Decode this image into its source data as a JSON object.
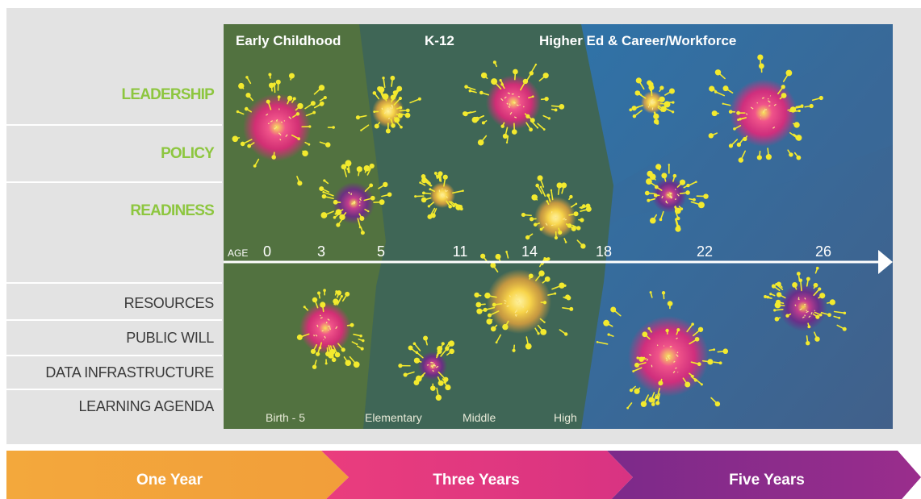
{
  "headers": {
    "early_childhood": "Early Childhood",
    "k12": "K-12",
    "higher_ed": "Higher Ed & Career/Workforce"
  },
  "row_labels": {
    "upper": [
      "LEADERSHIP",
      "POLICY",
      "READINESS"
    ],
    "lower": [
      "RESOURCES",
      "PUBLIC WILL",
      "DATA INFRASTRUCTURE",
      "LEARNING AGENDA"
    ]
  },
  "age_axis": {
    "label": "AGE",
    "ticks": [
      "0",
      "3",
      "5",
      "11",
      "14",
      "18",
      "22",
      "26"
    ]
  },
  "stages": [
    "Birth - 5",
    "Elementary",
    "Middle",
    "High"
  ],
  "timeline": [
    "One Year",
    "Three Years",
    "Five Years"
  ],
  "colors": {
    "label_green": "#8dc63f",
    "early_childhood_bg": "#4f6f3c",
    "k12_bg": "#3e6557",
    "higher_ed_bg": "#3c6a96",
    "one_year": "#f2a93b",
    "three_years": "#e83a80",
    "five_years": "#8e2b88",
    "cluster_yellow": "#f3ea2e",
    "cluster_pink": "#e52f7a",
    "cluster_purple": "#7a2a8a"
  },
  "icons": {
    "axis_arrow": "arrow-right-icon"
  }
}
